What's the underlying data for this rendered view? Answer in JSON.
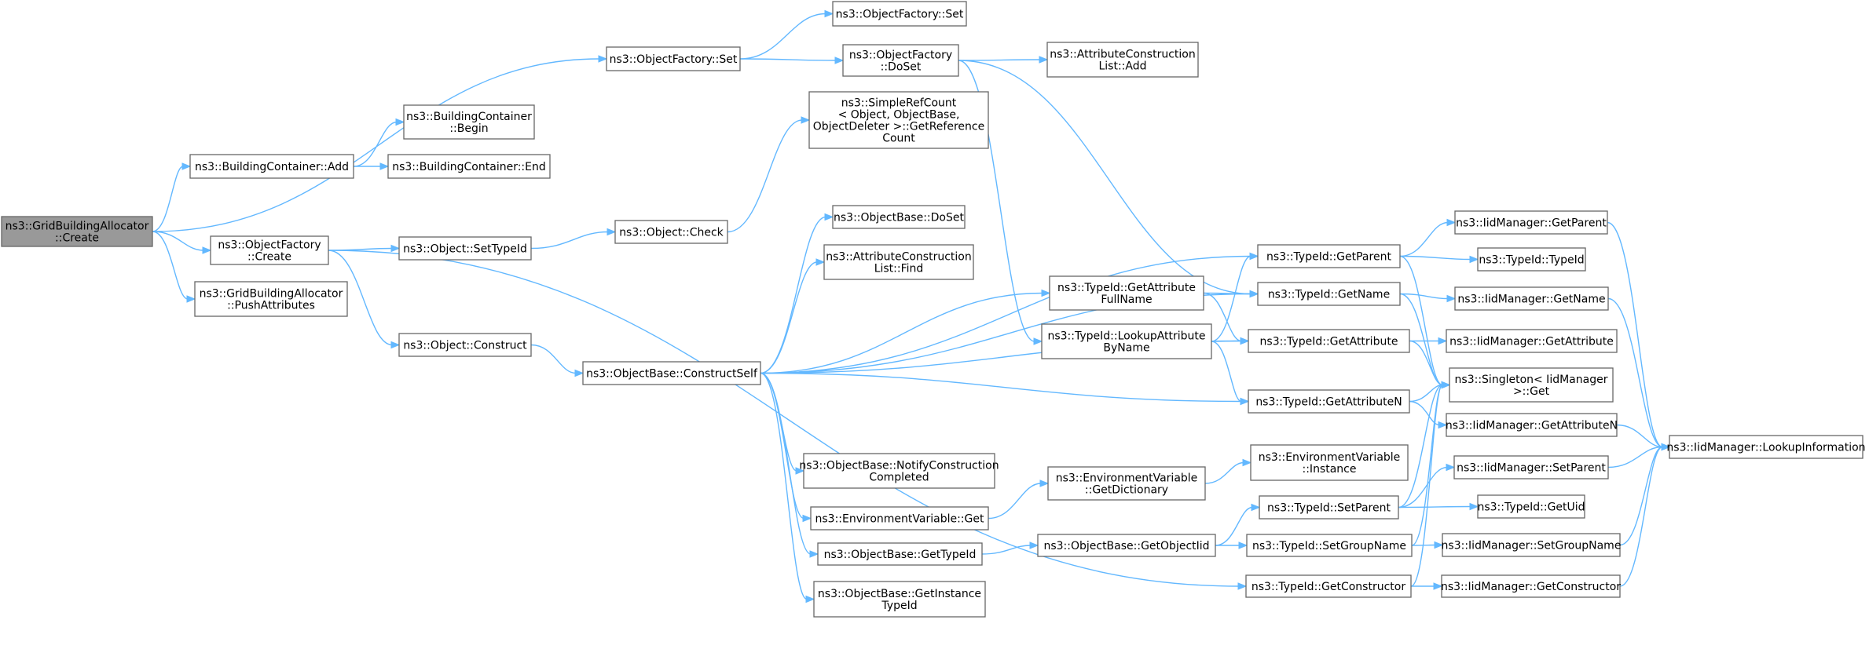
{
  "diagram": {
    "type": "call-graph",
    "nodes": [
      {
        "id": "root",
        "lines": [
          "ns3::GridBuildingAllocator",
          "::Create"
        ],
        "highlight": true
      },
      {
        "id": "bcAdd",
        "lines": [
          "ns3::BuildingContainer::Add"
        ]
      },
      {
        "id": "ofCreate",
        "lines": [
          "ns3::ObjectFactory",
          "::Create"
        ]
      },
      {
        "id": "gbaPush",
        "lines": [
          "ns3::GridBuildingAllocator",
          "::PushAttributes"
        ]
      },
      {
        "id": "bcBegin",
        "lines": [
          "ns3::BuildingContainer",
          "::Begin"
        ]
      },
      {
        "id": "bcEnd",
        "lines": [
          "ns3::BuildingContainer::End"
        ]
      },
      {
        "id": "ofSet1",
        "lines": [
          "ns3::ObjectFactory::Set"
        ]
      },
      {
        "id": "ofSet2",
        "lines": [
          "ns3::ObjectFactory::Set"
        ]
      },
      {
        "id": "ofDoSet",
        "lines": [
          "ns3::ObjectFactory",
          "::DoSet"
        ]
      },
      {
        "id": "acAdd",
        "lines": [
          "ns3::AttributeConstruction",
          "List::Add"
        ]
      },
      {
        "id": "objSetTypeId",
        "lines": [
          "ns3::Object::SetTypeId"
        ]
      },
      {
        "id": "objCheck",
        "lines": [
          "ns3::Object::Check"
        ]
      },
      {
        "id": "srcGetRef",
        "lines": [
          "ns3::SimpleRefCount",
          "< Object, ObjectBase,",
          "ObjectDeleter >::GetReference",
          "Count"
        ]
      },
      {
        "id": "objConstruct",
        "lines": [
          "ns3::Object::Construct"
        ]
      },
      {
        "id": "obConstructSelf",
        "lines": [
          "ns3::ObjectBase::ConstructSelf"
        ]
      },
      {
        "id": "obDoSet",
        "lines": [
          "ns3::ObjectBase::DoSet"
        ]
      },
      {
        "id": "acFind",
        "lines": [
          "ns3::AttributeConstruction",
          "List::Find"
        ]
      },
      {
        "id": "obNotify",
        "lines": [
          "ns3::ObjectBase::NotifyConstruction",
          "Completed"
        ]
      },
      {
        "id": "evGet",
        "lines": [
          "ns3::EnvironmentVariable::Get"
        ]
      },
      {
        "id": "obGetTypeId",
        "lines": [
          "ns3::ObjectBase::GetTypeId"
        ]
      },
      {
        "id": "obGetInstance",
        "lines": [
          "ns3::ObjectBase::GetInstance",
          "TypeId"
        ]
      },
      {
        "id": "tidGetAttrFull",
        "lines": [
          "ns3::TypeId::GetAttribute",
          "FullName"
        ]
      },
      {
        "id": "tidLookupAttr",
        "lines": [
          "ns3::TypeId::LookupAttribute",
          "ByName"
        ]
      },
      {
        "id": "evGetDict",
        "lines": [
          "ns3::EnvironmentVariable",
          "::GetDictionary"
        ]
      },
      {
        "id": "evInstance",
        "lines": [
          "ns3::EnvironmentVariable",
          "::Instance"
        ]
      },
      {
        "id": "obGetObjectIid",
        "lines": [
          "ns3::ObjectBase::GetObjectIid"
        ]
      },
      {
        "id": "tidGetParent",
        "lines": [
          "ns3::TypeId::GetParent"
        ]
      },
      {
        "id": "tidGetName",
        "lines": [
          "ns3::TypeId::GetName"
        ]
      },
      {
        "id": "tidGetAttribute",
        "lines": [
          "ns3::TypeId::GetAttribute"
        ]
      },
      {
        "id": "tidGetAttrN",
        "lines": [
          "ns3::TypeId::GetAttributeN"
        ]
      },
      {
        "id": "tidSetParent",
        "lines": [
          "ns3::TypeId::SetParent"
        ]
      },
      {
        "id": "tidSetGroupName",
        "lines": [
          "ns3::TypeId::SetGroupName"
        ]
      },
      {
        "id": "tidGetConstructor",
        "lines": [
          "ns3::TypeId::GetConstructor"
        ]
      },
      {
        "id": "imGetParent",
        "lines": [
          "ns3::IidManager::GetParent"
        ]
      },
      {
        "id": "tidTypeId",
        "lines": [
          "ns3::TypeId::TypeId"
        ]
      },
      {
        "id": "imGetName",
        "lines": [
          "ns3::IidManager::GetName"
        ]
      },
      {
        "id": "imGetAttribute",
        "lines": [
          "ns3::IidManager::GetAttribute"
        ]
      },
      {
        "id": "singletonGet",
        "lines": [
          "ns3::Singleton< IidManager",
          ">::Get"
        ]
      },
      {
        "id": "imGetAttrN",
        "lines": [
          "ns3::IidManager::GetAttributeN"
        ]
      },
      {
        "id": "imSetParent",
        "lines": [
          "ns3::IidManager::SetParent"
        ]
      },
      {
        "id": "tidGetUid",
        "lines": [
          "ns3::TypeId::GetUid"
        ]
      },
      {
        "id": "imSetGroupName",
        "lines": [
          "ns3::IidManager::SetGroupName"
        ]
      },
      {
        "id": "imGetConstructor",
        "lines": [
          "ns3::IidManager::GetConstructor"
        ]
      },
      {
        "id": "imLookup",
        "lines": [
          "ns3::IidManager::LookupInformation"
        ]
      }
    ],
    "edges": [
      [
        "root",
        "bcAdd"
      ],
      [
        "root",
        "ofSet1"
      ],
      [
        "root",
        "ofCreate"
      ],
      [
        "root",
        "gbaPush"
      ],
      [
        "bcAdd",
        "bcBegin"
      ],
      [
        "bcAdd",
        "bcEnd"
      ],
      [
        "ofSet1",
        "ofSet2"
      ],
      [
        "ofSet1",
        "ofDoSet"
      ],
      [
        "ofDoSet",
        "acAdd"
      ],
      [
        "ofDoSet",
        "tidLookupAttr"
      ],
      [
        "ofDoSet",
        "tidGetName"
      ],
      [
        "ofCreate",
        "objSetTypeId"
      ],
      [
        "ofCreate",
        "objConstruct"
      ],
      [
        "ofCreate",
        "tidGetConstructor"
      ],
      [
        "objSetTypeId",
        "objCheck"
      ],
      [
        "objCheck",
        "srcGetRef"
      ],
      [
        "objConstruct",
        "obConstructSelf"
      ],
      [
        "obConstructSelf",
        "tidGetParent"
      ],
      [
        "obConstructSelf",
        "obDoSet"
      ],
      [
        "obConstructSelf",
        "acFind"
      ],
      [
        "obConstructSelf",
        "tidGetName"
      ],
      [
        "obConstructSelf",
        "tidGetAttrFull"
      ],
      [
        "obConstructSelf",
        "tidGetAttribute"
      ],
      [
        "obConstructSelf",
        "tidGetAttrN"
      ],
      [
        "obConstructSelf",
        "obNotify"
      ],
      [
        "obConstructSelf",
        "evGet"
      ],
      [
        "obConstructSelf",
        "obGetTypeId"
      ],
      [
        "obConstructSelf",
        "obGetInstance"
      ],
      [
        "tidGetAttrFull",
        "tidGetName"
      ],
      [
        "tidGetAttrFull",
        "tidGetAttribute"
      ],
      [
        "tidLookupAttr",
        "tidGetParent"
      ],
      [
        "tidLookupAttr",
        "tidGetAttribute"
      ],
      [
        "tidLookupAttr",
        "tidGetAttrN"
      ],
      [
        "evGet",
        "evGetDict"
      ],
      [
        "evGetDict",
        "evInstance"
      ],
      [
        "obGetTypeId",
        "obGetObjectIid"
      ],
      [
        "obGetObjectIid",
        "tidSetParent"
      ],
      [
        "obGetObjectIid",
        "tidSetGroupName"
      ],
      [
        "tidGetParent",
        "imGetParent"
      ],
      [
        "tidGetParent",
        "tidTypeId"
      ],
      [
        "tidGetParent",
        "singletonGet"
      ],
      [
        "tidGetName",
        "imGetName"
      ],
      [
        "tidGetName",
        "singletonGet"
      ],
      [
        "tidGetAttribute",
        "imGetAttribute"
      ],
      [
        "tidGetAttribute",
        "singletonGet"
      ],
      [
        "tidGetAttrN",
        "singletonGet"
      ],
      [
        "tidGetAttrN",
        "imGetAttrN"
      ],
      [
        "tidSetParent",
        "singletonGet"
      ],
      [
        "tidSetParent",
        "imSetParent"
      ],
      [
        "tidSetParent",
        "tidGetUid"
      ],
      [
        "tidSetGroupName",
        "singletonGet"
      ],
      [
        "tidSetGroupName",
        "imSetGroupName"
      ],
      [
        "tidGetConstructor",
        "singletonGet"
      ],
      [
        "tidGetConstructor",
        "imGetConstructor"
      ],
      [
        "imGetParent",
        "imLookup"
      ],
      [
        "imGetName",
        "imLookup"
      ],
      [
        "imGetAttrN",
        "imLookup"
      ],
      [
        "imSetParent",
        "imLookup"
      ],
      [
        "imSetGroupName",
        "imLookup"
      ],
      [
        "imGetConstructor",
        "imLookup"
      ]
    ],
    "colors": {
      "edge": "#63b8ff",
      "node_border": "#666666",
      "node_fill": "#ffffff",
      "root_fill": "#999999"
    }
  }
}
